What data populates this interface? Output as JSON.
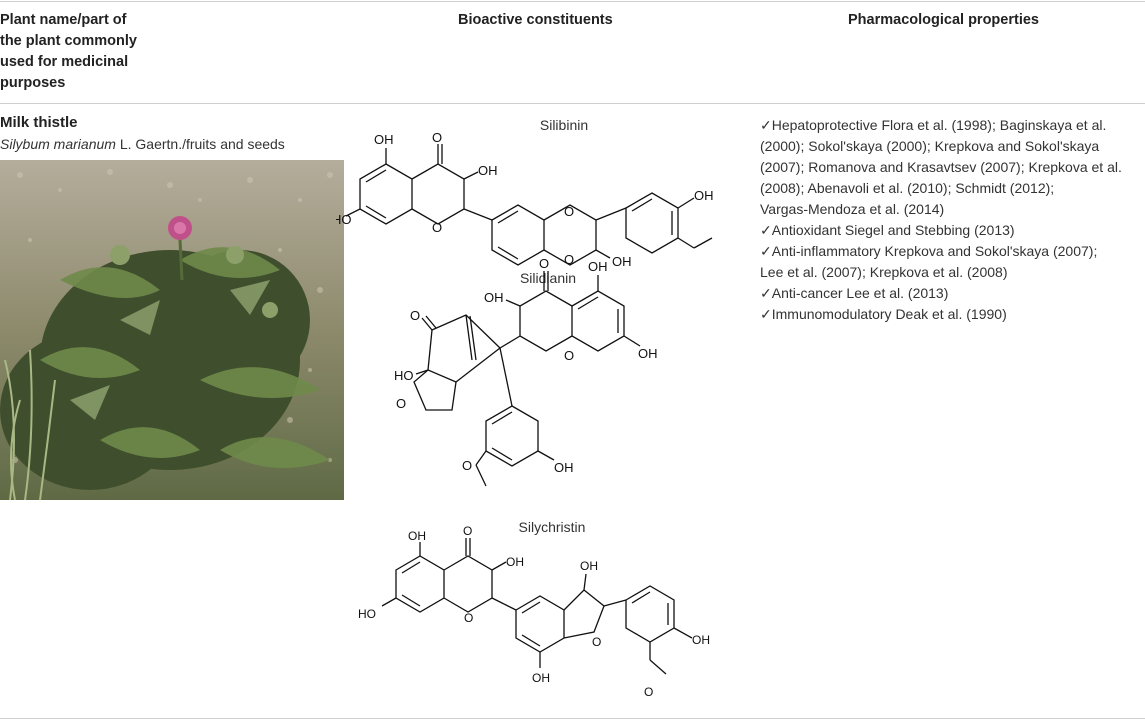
{
  "headers": {
    "col1": [
      "Plant name/part of",
      "the plant commonly",
      "used for medicinal",
      "purposes"
    ],
    "col2": "Bioactive constituents",
    "col3": "Pharmacological properties"
  },
  "plant": {
    "common_name": "Milk thistle",
    "scientific_italic": "Silybum marianum",
    "scientific_rest": " L. Gaertn./fruits and seeds"
  },
  "compounds": [
    {
      "name": "Silibinin"
    },
    {
      "name": "Silidianin"
    },
    {
      "name": "Silychristin"
    }
  ],
  "atom_labels": {
    "oh": "OH",
    "ho": "HO",
    "o": "O"
  },
  "properties": [
    "✓Hepatoprotective Flora et al. (1998); Baginskaya et al.",
    "(2000); Sokol'skaya (2000); Krepkova and Sokol'skaya",
    "(2007); Romanova and Krasavtsev (2007); Krepkova et al.",
    "(2008); Abenavoli et al. (2010); Schmidt (2012);",
    "Vargas-Mendoza et al. (2014)",
    "✓Antioxidant Siegel and Stebbing (2013)",
    "✓Anti-inflammatory Krepkova and Sokol'skaya (2007);",
    "Lee et al. (2007); Krepkova et al. (2008)",
    "✓Anti-cancer Lee et al. (2013)",
    "✓Immunomodulatory Deak et al. (1990)"
  ],
  "colors": {
    "rule": "#cfcfcf",
    "text": "#222222"
  }
}
